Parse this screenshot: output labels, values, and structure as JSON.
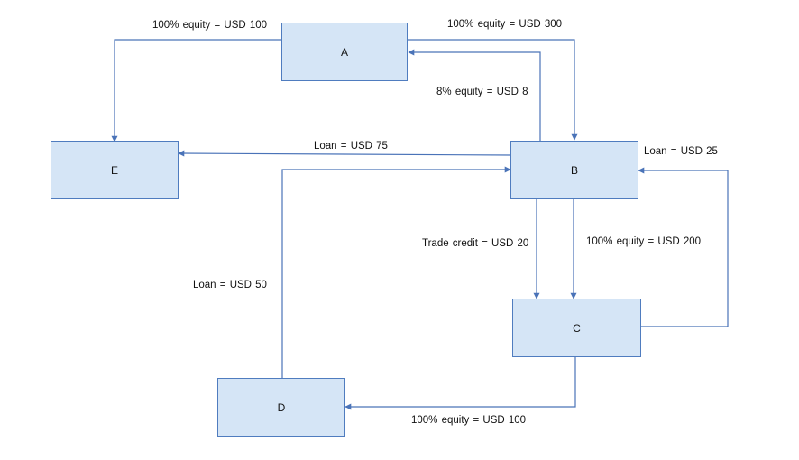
{
  "colors": {
    "box_fill": "#d5e5f6",
    "line": "#4a73b8",
    "text": "#111111"
  },
  "nodes": {
    "a": "A",
    "b": "B",
    "c": "C",
    "d": "D",
    "e": "E"
  },
  "labels": {
    "a_to_e": "100% equity  =  USD 100",
    "a_to_b": "100% equity  =  USD 300",
    "b_to_a": "8% equity  =  USD 8",
    "b_to_e": "Loan  =  USD 75",
    "c_to_b_loan": "Loan  =  USD 25",
    "b_to_c_trade": "Trade credit  =  USD 20",
    "b_to_c_equity": "100% equity  =  USD 200",
    "d_to_b": "Loan  =  USD 50",
    "c_to_d": "100% equity  =  USD 100"
  }
}
